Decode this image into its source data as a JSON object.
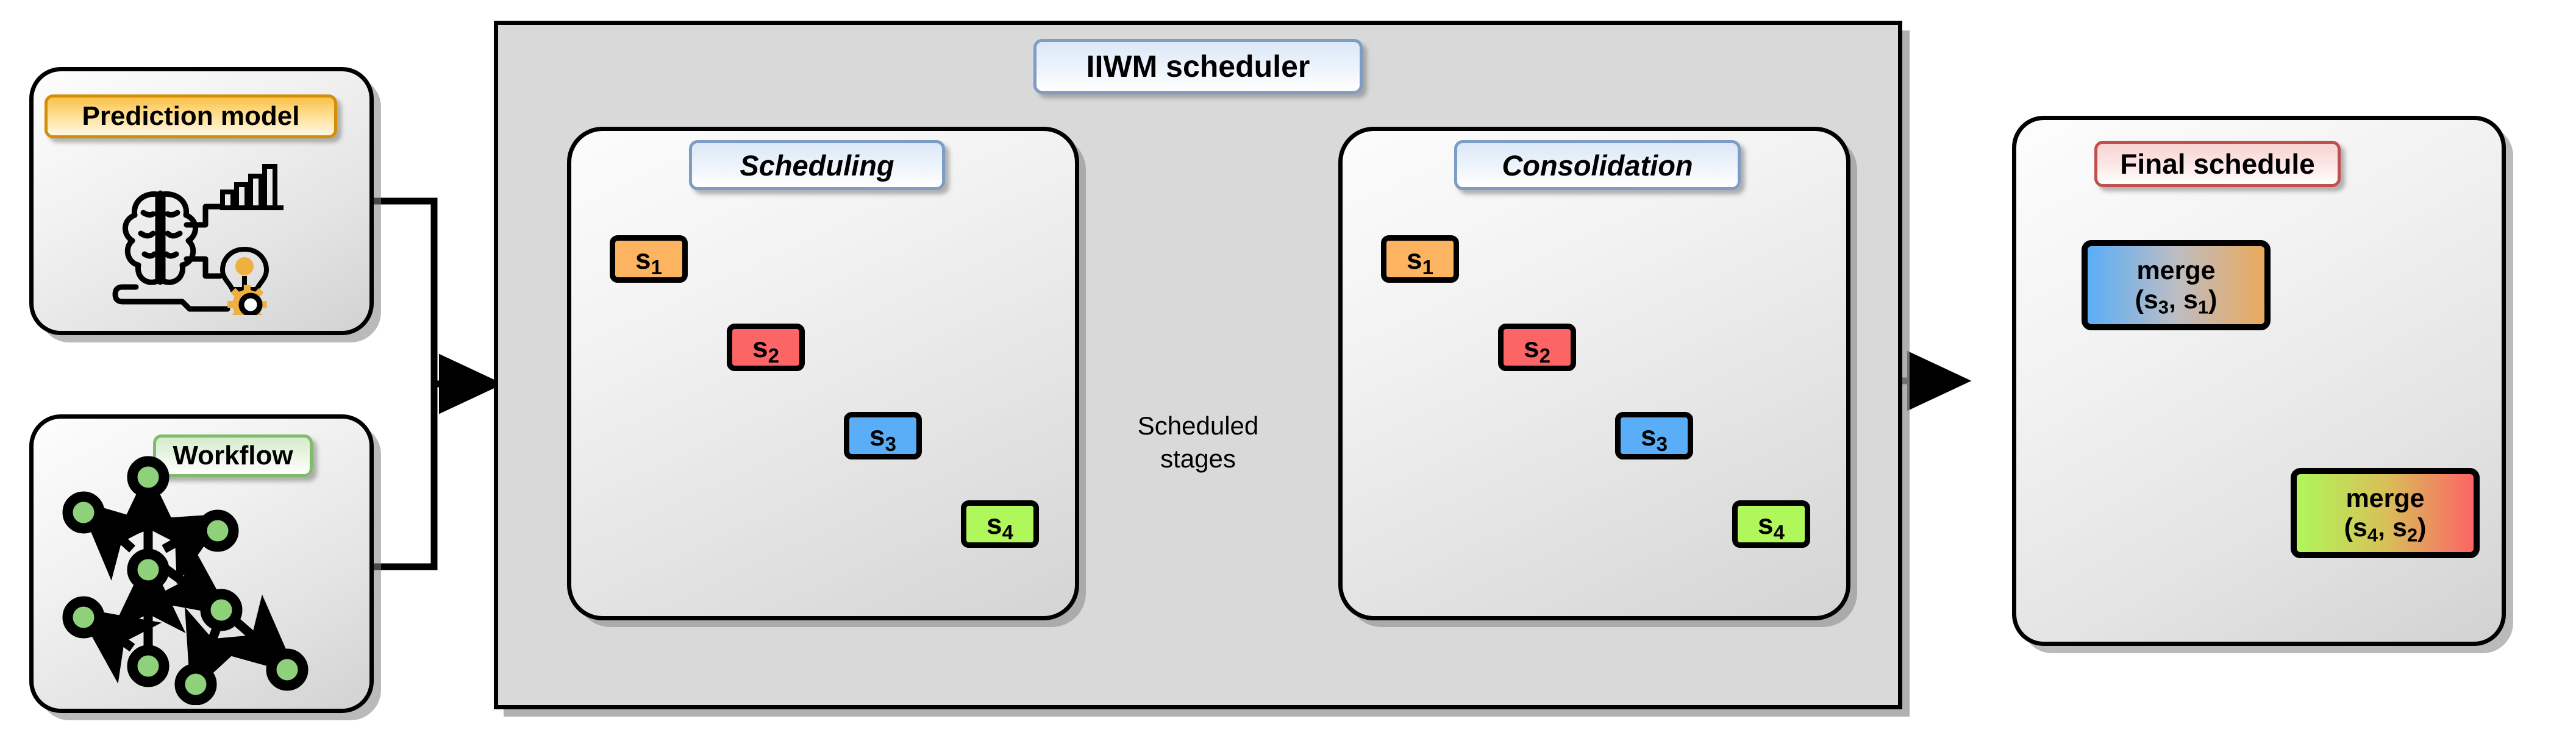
{
  "diagram": {
    "title_hidden": "",
    "left_inputs": [
      {
        "id": "prediction-model",
        "label": "Prediction model",
        "icon": "brain-ai-icon",
        "accent": "#d38e06"
      },
      {
        "id": "workflow",
        "label": "Workflow",
        "icon": "dag-graph-icon",
        "accent": "#7fbb6a"
      }
    ],
    "scheduler": {
      "label": "IIWM scheduler",
      "accent": "#7d9dc4",
      "panels": [
        {
          "id": "scheduling",
          "label": "Scheduling",
          "accent": "#7d9dc4",
          "stages": [
            {
              "id": "s1",
              "name": "s",
              "sub": "1",
              "color": "#fcb460"
            },
            {
              "id": "s2",
              "name": "s",
              "sub": "2",
              "color": "#fc6565"
            },
            {
              "id": "s3",
              "name": "s",
              "sub": "3",
              "color": "#5aaef7"
            },
            {
              "id": "s4",
              "name": "s",
              "sub": "4",
              "color": "#aff75a"
            }
          ],
          "edges": [
            {
              "from": "s1",
              "to": "s2",
              "style": "curved-filled"
            },
            {
              "from": "s2",
              "to": "s3",
              "style": "curved-filled"
            },
            {
              "from": "s3",
              "to": "s4",
              "style": "curved-filled"
            }
          ]
        },
        {
          "id": "consolidation",
          "label": "Consolidation",
          "accent": "#7d9dc4",
          "stages": [
            {
              "id": "s1",
              "name": "s",
              "sub": "1",
              "color": "#fcb460"
            },
            {
              "id": "s2",
              "name": "s",
              "sub": "2",
              "color": "#fc6565"
            },
            {
              "id": "s3",
              "name": "s",
              "sub": "3",
              "color": "#5aaef7"
            },
            {
              "id": "s4",
              "name": "s",
              "sub": "4",
              "color": "#aff75a"
            }
          ],
          "edges": [
            {
              "from": "s1",
              "to": "s2",
              "style": "curved-filled"
            },
            {
              "from": "s2",
              "to": "s3",
              "style": "curved-filled"
            },
            {
              "from": "s3",
              "to": "s4",
              "style": "curved-filled"
            },
            {
              "from": "s1",
              "to": "s3",
              "style": "orthogonal-hollow"
            },
            {
              "from": "s2",
              "to": "s4",
              "style": "orthogonal-hollow"
            }
          ]
        }
      ],
      "between_label": "Scheduled\nstages"
    },
    "final": {
      "label": "Final schedule",
      "accent": "#c0504c",
      "merges": [
        {
          "id": "merge-s3-s1",
          "word": "merge",
          "args": [
            "s",
            "3",
            "s",
            "1"
          ],
          "text": "(s3, s1)",
          "from_color": "#5aaef7",
          "to_color": "#eaa95b"
        },
        {
          "id": "merge-s4-s2",
          "word": "merge",
          "args": [
            "s",
            "4",
            "s",
            "2"
          ],
          "text": "(s4, s2)",
          "from_color": "#aff75a",
          "to_color": "#fc6565"
        }
      ],
      "edges": [
        {
          "from": "merge-s3-s1",
          "to": "merge-s4-s2",
          "style": "curved-filled"
        }
      ]
    }
  }
}
